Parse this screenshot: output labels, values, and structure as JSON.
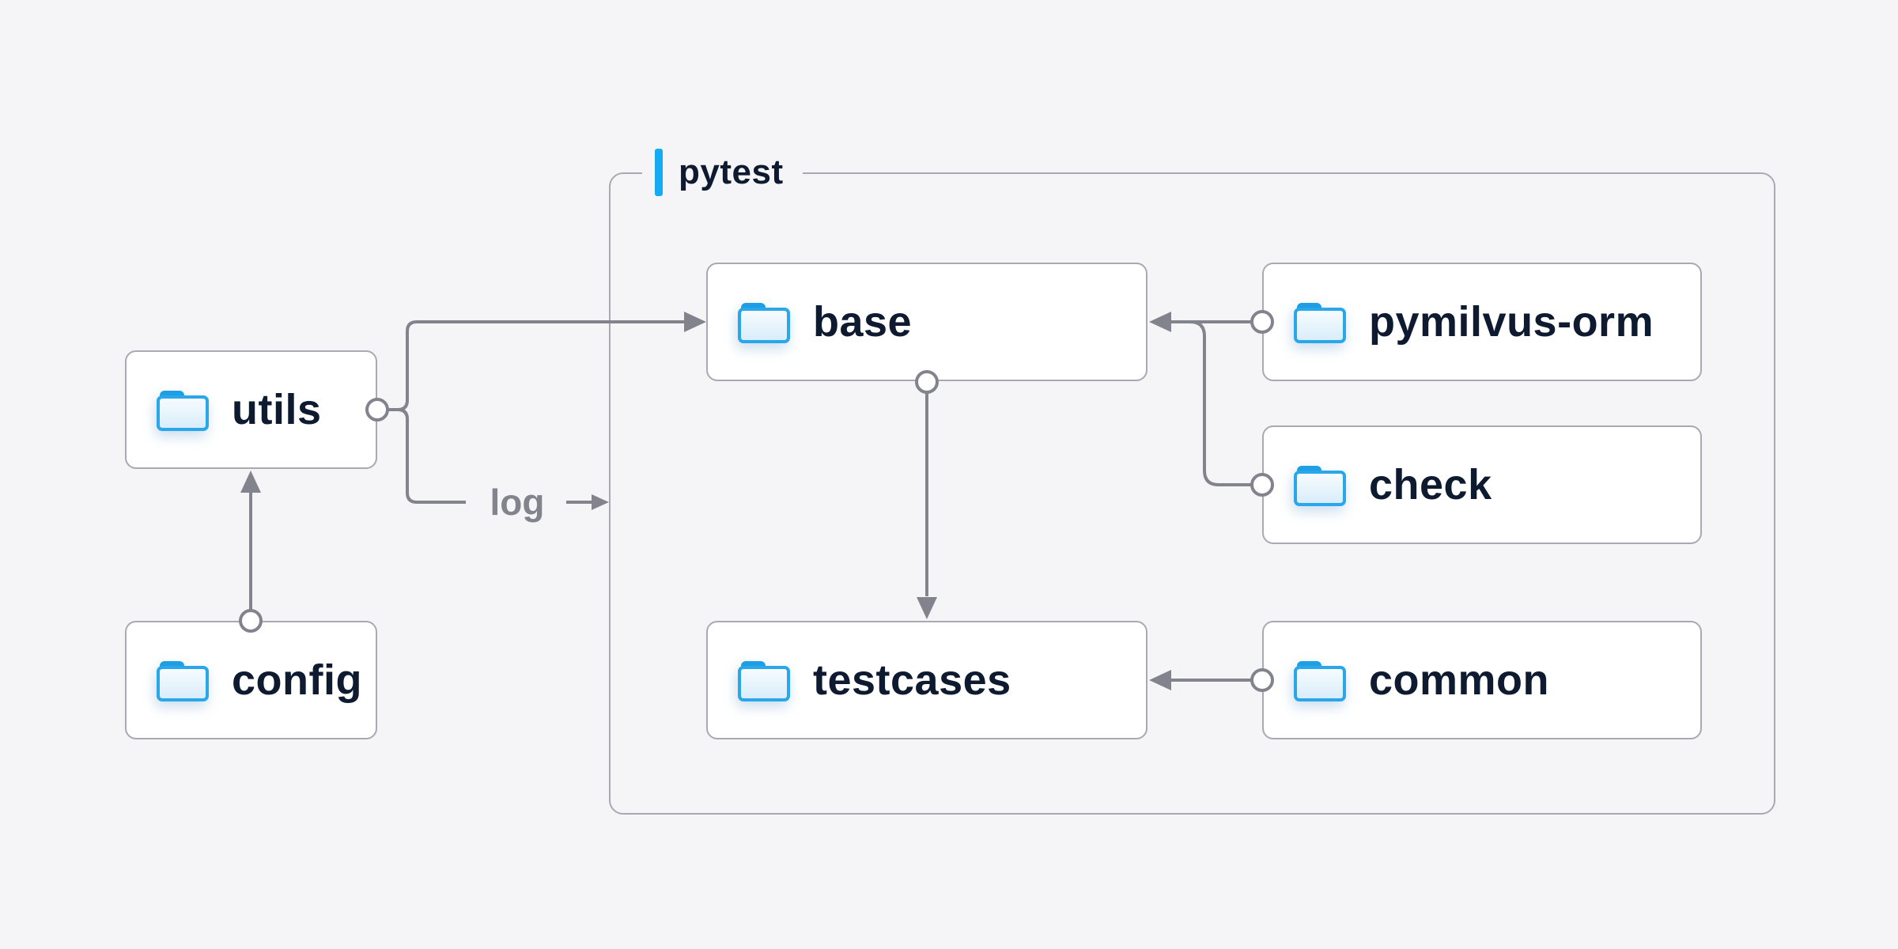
{
  "diagram": {
    "group": {
      "label": "pytest",
      "accent_color": "#14aaf4",
      "border_color": "#a9a9b4"
    },
    "nodes": [
      {
        "id": "utils",
        "label": "utils",
        "group": null,
        "icon": "folder-icon"
      },
      {
        "id": "config",
        "label": "config",
        "group": null,
        "icon": "folder-icon"
      },
      {
        "id": "base",
        "label": "base",
        "group": "pytest",
        "icon": "folder-icon"
      },
      {
        "id": "pymilvus-orm",
        "label": "pymilvus-orm",
        "group": "pytest",
        "icon": "folder-icon"
      },
      {
        "id": "check",
        "label": "check",
        "group": "pytest",
        "icon": "folder-icon"
      },
      {
        "id": "testcases",
        "label": "testcases",
        "group": "pytest",
        "icon": "folder-icon"
      },
      {
        "id": "common",
        "label": "common",
        "group": "pytest",
        "icon": "folder-icon"
      }
    ],
    "edges": [
      {
        "from": "config",
        "to": "utils",
        "label": ""
      },
      {
        "from": "utils",
        "to": "base",
        "label": ""
      },
      {
        "from": "utils",
        "to": "pytest",
        "label": "log"
      },
      {
        "from": "base",
        "to": "testcases",
        "label": ""
      },
      {
        "from": "pymilvus-orm",
        "to": "base",
        "label": ""
      },
      {
        "from": "check",
        "to": "base",
        "label": ""
      },
      {
        "from": "common",
        "to": "testcases",
        "label": ""
      }
    ],
    "colors": {
      "background": "#f5f5f7",
      "node_fill": "#ffffff",
      "node_border": "#a9a9b4",
      "node_text": "#0d1a30",
      "connector": "#83838d",
      "accent_blue": "#14aaf4",
      "folder_stroke": "#2aa7ea",
      "folder_tab": "#1e9fe3",
      "folder_fill_top": "#f8fcff",
      "folder_fill_bottom": "#d7ecfa"
    }
  }
}
